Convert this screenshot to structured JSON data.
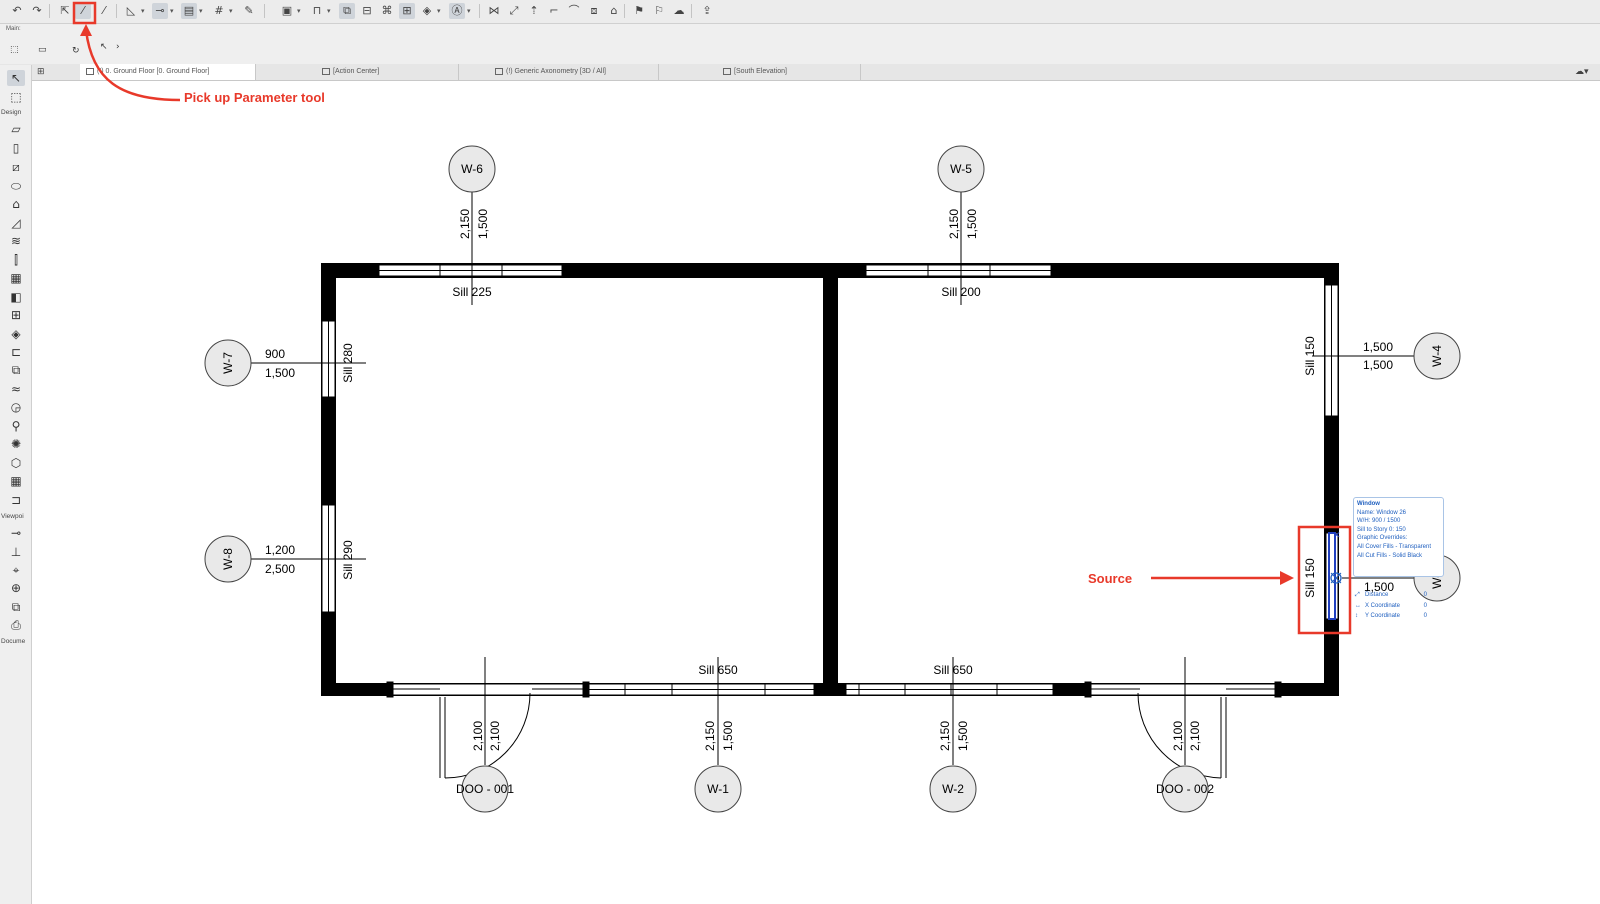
{
  "toolbar": {
    "buttons": [
      {
        "name": "undo-icon",
        "glyph": "↶"
      },
      {
        "name": "redo-icon",
        "glyph": "↷"
      },
      {
        "name": "arrow-tool-icon",
        "glyph": "⇱"
      },
      {
        "name": "pick-up-parameters-icon",
        "glyph": "⁄"
      },
      {
        "name": "inject-parameters-icon",
        "glyph": "⁄"
      },
      {
        "name": "measure-icon",
        "glyph": "◺"
      },
      {
        "name": "guide-lines-icon",
        "glyph": "⊸"
      },
      {
        "name": "snap-guides-icon",
        "glyph": "▤"
      },
      {
        "name": "grid-snap-icon",
        "glyph": "#"
      },
      {
        "name": "pen-icon",
        "glyph": "✎"
      },
      {
        "name": "layer-icon",
        "glyph": "▣"
      },
      {
        "name": "lock-icon",
        "glyph": "⊓"
      },
      {
        "name": "trace-icon",
        "glyph": "⧉"
      },
      {
        "name": "section-icon",
        "glyph": "⊟"
      },
      {
        "name": "suspend-groups-icon",
        "glyph": "⌘"
      },
      {
        "name": "grid-display-icon",
        "glyph": "⊞"
      },
      {
        "name": "3d-view-icon",
        "glyph": "◈"
      },
      {
        "name": "morph-icon",
        "glyph": "Ⓐ"
      },
      {
        "name": "split-icon",
        "glyph": "⋈"
      },
      {
        "name": "adjust-icon",
        "glyph": "⤢"
      },
      {
        "name": "elevate-icon",
        "glyph": "⇡"
      },
      {
        "name": "fillet-icon",
        "glyph": "⌐"
      },
      {
        "name": "curve-icon",
        "glyph": "⌒"
      },
      {
        "name": "offset-icon",
        "glyph": "⧈"
      },
      {
        "name": "home-icon",
        "glyph": "⌂"
      },
      {
        "name": "flag-icon",
        "glyph": "⚑"
      },
      {
        "name": "teamwork-icon",
        "glyph": "⚐"
      },
      {
        "name": "cloud-sync-icon",
        "glyph": "☁"
      },
      {
        "name": "cloud-upload-icon",
        "glyph": "⇪"
      }
    ],
    "dropdown_glyph": "▾"
  },
  "infobar": {
    "label": "Main:",
    "items": [
      {
        "name": "selection-method-icon",
        "glyph": "⬚"
      },
      {
        "name": "geometry-method-icon",
        "glyph": "▭"
      },
      {
        "name": "rotate-icon",
        "glyph": "↻"
      },
      {
        "name": "pointer-icon",
        "glyph": "↖"
      },
      {
        "name": "expand-chevron-icon",
        "glyph": "›"
      }
    ]
  },
  "tabs": [
    {
      "label": "(!) 0. Ground Floor [0. Ground Floor]",
      "active": true
    },
    {
      "label": "[Action Center]",
      "active": false
    },
    {
      "label": "(!) Generic Axonometry [3D / All]",
      "active": false
    },
    {
      "label": "[South Elevation]",
      "active": false
    }
  ],
  "toolbox": {
    "groups": [
      "Design",
      "Viewpoi",
      "Docume"
    ],
    "tools": [
      {
        "name": "arrow-tool-icon",
        "glyph": "↖",
        "selected": true
      },
      {
        "name": "marquee-tool-icon",
        "glyph": "⬚"
      },
      {
        "name": "wall-tool-icon",
        "glyph": "▱"
      },
      {
        "name": "column-tool-icon",
        "glyph": "▯"
      },
      {
        "name": "beam-tool-icon",
        "glyph": "⧄"
      },
      {
        "name": "slab-tool-icon",
        "glyph": "⬭"
      },
      {
        "name": "roof-tool-icon",
        "glyph": "⌂"
      },
      {
        "name": "shell-tool-icon",
        "glyph": "◿"
      },
      {
        "name": "stair-tool-icon",
        "glyph": "≋"
      },
      {
        "name": "railing-tool-icon",
        "glyph": "⫿"
      },
      {
        "name": "curtain-wall-tool-icon",
        "glyph": "▦"
      },
      {
        "name": "door-tool-icon",
        "glyph": "◧"
      },
      {
        "name": "window-tool-icon",
        "glyph": "⊞"
      },
      {
        "name": "skylight-tool-icon",
        "glyph": "◈"
      },
      {
        "name": "wall-end-tool-icon",
        "glyph": "⊏"
      },
      {
        "name": "corner-window-tool-icon",
        "glyph": "⧉"
      },
      {
        "name": "mesh-tool-icon",
        "glyph": "≈"
      },
      {
        "name": "zone-tool-icon",
        "glyph": "◶"
      },
      {
        "name": "object-tool-icon",
        "glyph": "⚲"
      },
      {
        "name": "lamp-tool-icon",
        "glyph": "✺"
      },
      {
        "name": "morph-tool-icon",
        "glyph": "⬡"
      },
      {
        "name": "opening-tool-icon",
        "glyph": "▦"
      },
      {
        "name": "label-tool-icon",
        "glyph": "⊐"
      },
      {
        "name": "section-tool-icon",
        "glyph": "⊸"
      },
      {
        "name": "elevation-tool-icon",
        "glyph": "⊥"
      },
      {
        "name": "interior-elevation-tool-icon",
        "glyph": "⌖"
      },
      {
        "name": "worksheet-tool-icon",
        "glyph": "⊕"
      },
      {
        "name": "detail-tool-icon",
        "glyph": "⧉"
      },
      {
        "name": "camera-tool-icon",
        "glyph": "⎙"
      }
    ]
  },
  "plan": {
    "markers": [
      {
        "id": "W-6"
      },
      {
        "id": "W-5"
      },
      {
        "id": "W-7"
      },
      {
        "id": "W-4"
      },
      {
        "id": "W-8"
      },
      {
        "id": "W-3"
      },
      {
        "id": "W-1"
      },
      {
        "id": "W-2"
      },
      {
        "id": "DOO - 001"
      },
      {
        "id": "DOO - 002"
      }
    ],
    "labels": {
      "w6_dims": [
        "2,150",
        "1,500"
      ],
      "w5_dims": [
        "2,150",
        "1,500"
      ],
      "w6_sill": "Sill 225",
      "w5_sill": "Sill 200",
      "w7_dims": [
        "900",
        "1,500"
      ],
      "w7_sill": "Sill 280",
      "w8_dims": [
        "1,200",
        "2,500"
      ],
      "w8_sill": "Sill 290",
      "w4_dims": [
        "1,500",
        "1,500"
      ],
      "w4_sill": "Sill 150",
      "w3_dims": [
        "900",
        "1,500"
      ],
      "w3_sill": "Sill 150",
      "bottom_sill_left": "Sill 650",
      "bottom_sill_right": "Sill 650",
      "doo1_dims": [
        "2,100",
        "2,100"
      ],
      "w1_dims": [
        "2,150",
        "1,500"
      ],
      "w2_dims": [
        "2,150",
        "1,500"
      ],
      "doo2_dims": [
        "2,100",
        "2,100"
      ]
    }
  },
  "tooltip": {
    "title": "Window",
    "lines": [
      "Name: Window 26",
      "W/H: 900 / 1500",
      "Sill to Story 0: 150",
      "Graphic Overrides:",
      "All Cover Fills - Transparent",
      "All Cut Fills - Solid Black"
    ]
  },
  "coordinates": [
    {
      "glyph": "⤢",
      "label": "Distance",
      "value": "0"
    },
    {
      "glyph": "↔",
      "label": "X Coordinate",
      "value": "0"
    },
    {
      "glyph": "↕",
      "label": "Y Coordinate",
      "value": "0"
    }
  ],
  "annotations": {
    "pickup": "Pick up Parameter tool",
    "source": "Source",
    "color": "#e8392a"
  }
}
